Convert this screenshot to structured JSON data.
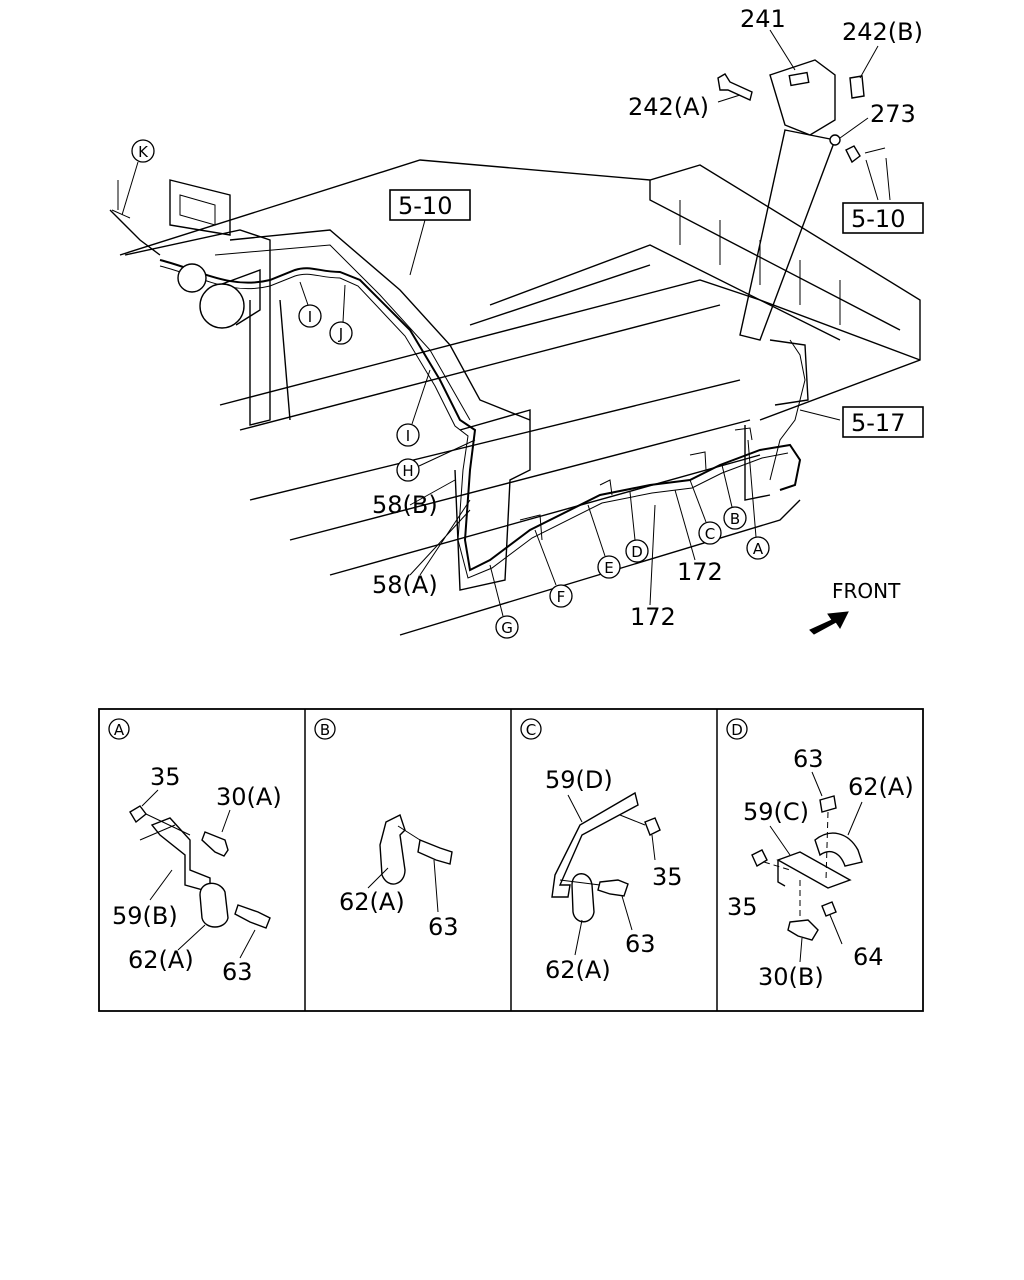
{
  "callouts": {
    "p241": "241",
    "p242b": "242(B)",
    "p242a": "242(A)",
    "p273": "273",
    "ref510a": "5-10",
    "ref510b": "5-10",
    "ref517": "5-17",
    "p58b": "58(B)",
    "p58a": "58(A)",
    "p172a": "172",
    "p172b": "172",
    "front": "FRONT"
  },
  "circle_letters": {
    "K": "K",
    "I1": "I",
    "J": "J",
    "I2": "I",
    "H": "H",
    "G": "G",
    "F": "F",
    "E": "E",
    "D": "D",
    "C": "C",
    "B": "B",
    "A": "A"
  },
  "details": {
    "A": {
      "tag": "A",
      "labels": {
        "p35": "35",
        "p30a": "30(A)",
        "p59b": "59(B)",
        "p62a": "62(A)",
        "p63": "63"
      }
    },
    "B": {
      "tag": "B",
      "labels": {
        "p62a": "62(A)",
        "p63": "63"
      }
    },
    "C": {
      "tag": "C",
      "labels": {
        "p59d": "59(D)",
        "p35": "35",
        "p63": "63",
        "p62a": "62(A)"
      }
    },
    "D": {
      "tag": "D",
      "labels": {
        "p63": "63",
        "p62a": "62(A)",
        "p59c": "59(C)",
        "p35": "35",
        "p64": "64",
        "p30b": "30(B)"
      }
    }
  }
}
